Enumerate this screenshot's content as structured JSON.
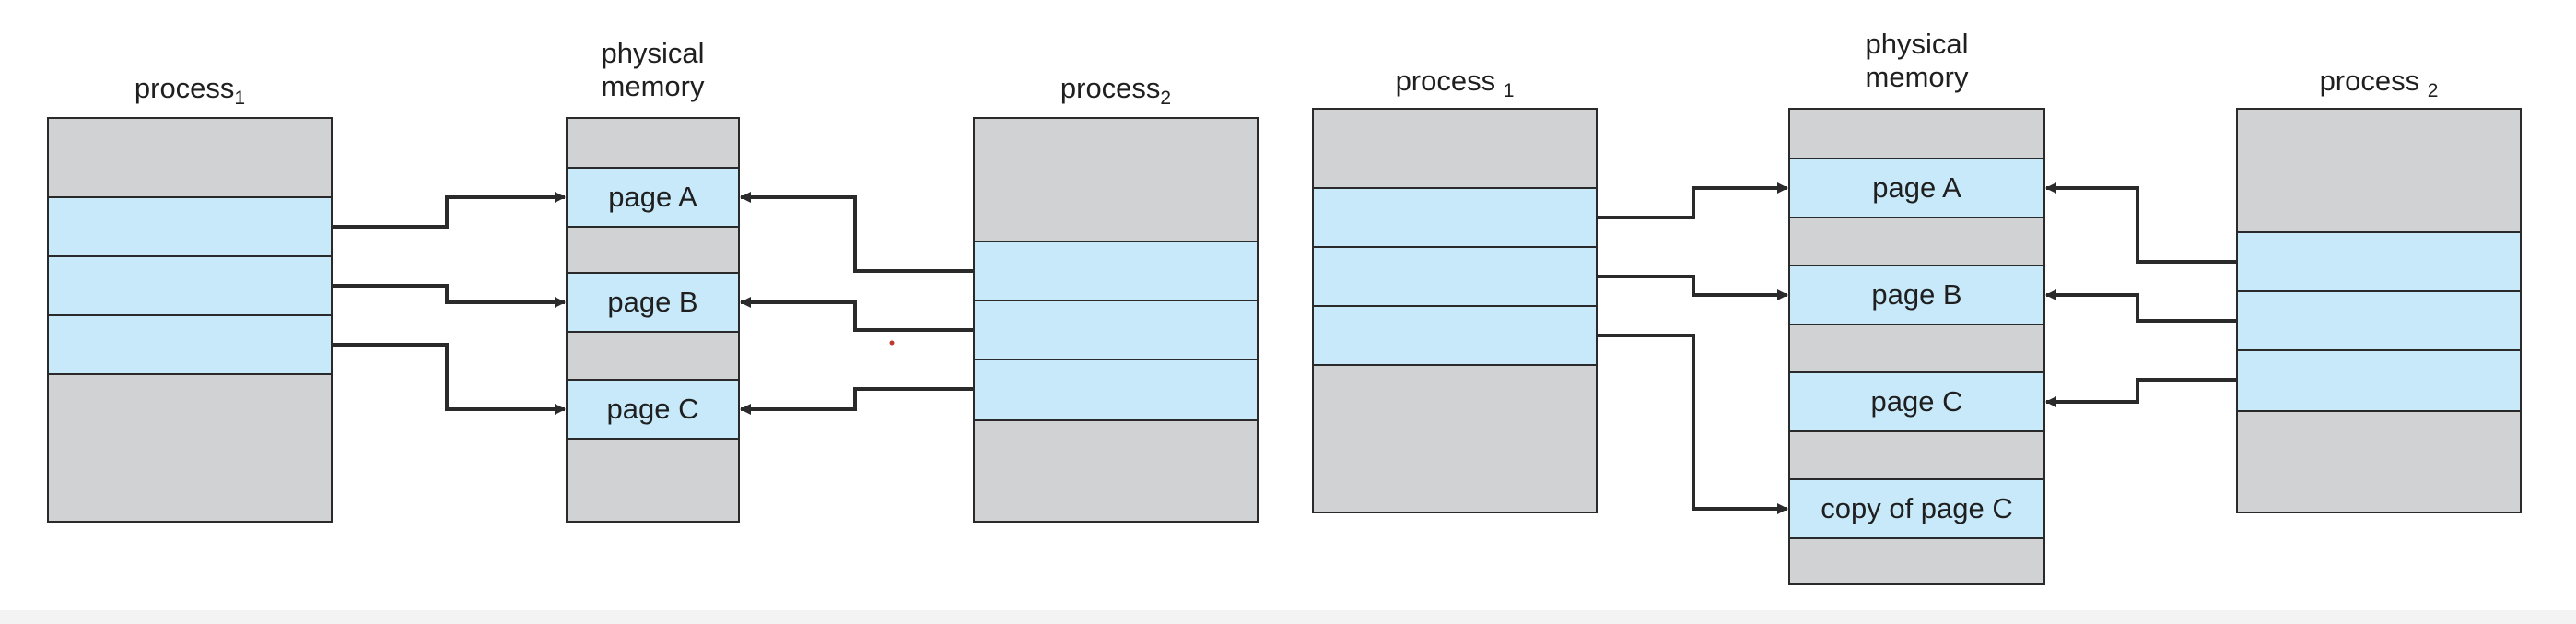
{
  "colors": {
    "gray": "#d1d2d4",
    "blue": "#c7e9f9",
    "stroke": "#2a2a2a"
  },
  "left_figure": {
    "process1": {
      "name": "process",
      "sub": "1"
    },
    "physical_memory": {
      "line1": "physical",
      "line2": "memory"
    },
    "process2": {
      "name": "process",
      "sub": "2"
    },
    "pages": [
      "page A",
      "page B",
      "page C"
    ]
  },
  "right_figure": {
    "process1": {
      "name": "process",
      "sub": "1"
    },
    "physical_memory": {
      "line1": "physical",
      "line2": "memory"
    },
    "process2": {
      "name": "process",
      "sub": "2"
    },
    "pages": [
      "page A",
      "page B",
      "page C",
      "copy of page C"
    ]
  }
}
